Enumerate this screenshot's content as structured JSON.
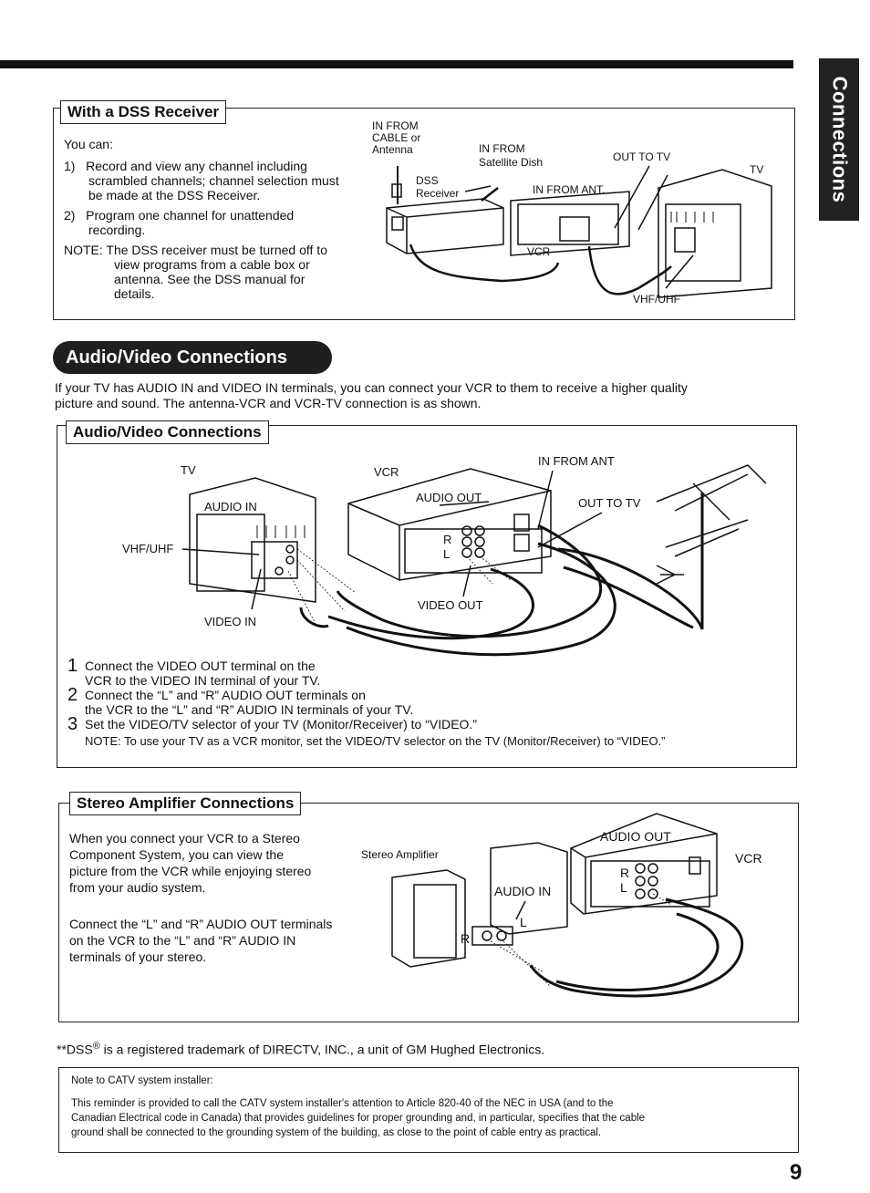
{
  "side_tab": "Connections",
  "page_number": "9",
  "dss": {
    "title": "With a DSS Receiver",
    "intro": "You can:",
    "item1_num": "1)",
    "item1_text": "Record and view any channel including scrambled channels; channel selection must be made at the DSS Receiver.",
    "item2_num": "2)",
    "item2_text": "Program one channel for unattended recording.",
    "note_label": "NOTE:",
    "note_text": "The DSS receiver must be turned off to view programs from a cable box or antenna. See the DSS manual for details.",
    "diagram": {
      "in_from_cable_1": "IN FROM",
      "in_from_cable_2": "CABLE or",
      "in_from_cable_3": "Antenna",
      "in_from_sat_1": "IN FROM",
      "in_from_sat_2": "Satellite Dish",
      "out_to_tv": "OUT TO TV",
      "tv": "TV",
      "dss_1": "DSS",
      "dss_2": "Receiver",
      "in_from_ant": "IN FROM ANT.",
      "vcr": "VCR",
      "vhf_uhf": "VHF/UHF"
    }
  },
  "av_section": {
    "heading": "Audio/Video Connections",
    "intro_line1": "If your TV has AUDIO IN and VIDEO IN terminals, you can connect your VCR to them to receive a higher quality",
    "intro_line2": "picture and sound. The antenna-VCR and VCR-TV connection is as shown.",
    "box_title": "Audio/Video Connections",
    "diagram": {
      "tv": "TV",
      "vcr": "VCR",
      "in_from_ant": "IN FROM ANT",
      "audio_in": "AUDIO IN",
      "audio_out": "AUDIO OUT",
      "out_to_tv": "OUT TO TV",
      "vhf_uhf": "VHF/UHF",
      "r": "R",
      "l": "L",
      "video_out": "VIDEO OUT",
      "video_in": "VIDEO IN"
    },
    "step1_num": "1",
    "step1_line1": "Connect the VIDEO OUT terminal on the",
    "step1_line2": "VCR to the VIDEO IN terminal of your TV.",
    "step2_num": "2",
    "step2_line1": "Connect the “L” and “R” AUDIO OUT terminals on",
    "step2_line2": "the VCR to the “L” and “R” AUDIO IN terminals of your TV.",
    "step3_num": "3",
    "step3_line1": "Set the VIDEO/TV selector of your TV (Monitor/Receiver) to “VIDEO.”",
    "note": "NOTE: To use your TV as a VCR monitor, set the VIDEO/TV selector on the TV (Monitor/Receiver) to “VIDEO.”"
  },
  "stereo": {
    "title": "Stereo Amplifier Connections",
    "para1": "When you connect your VCR to a Stereo Component System, you can view the picture from the VCR while enjoying stereo from your audio system.",
    "para2": "Connect the “L” and “R” AUDIO OUT terminals on the VCR to the “L” and “R” AUDIO IN terminals of your stereo.",
    "diagram": {
      "stereo_amplifier": "Stereo Amplifier",
      "audio_out": "AUDIO OUT",
      "vcr": "VCR",
      "audio_in": "AUDIO IN",
      "r": "R",
      "l": "L"
    }
  },
  "trademark": {
    "prefix": "**DSS",
    "reg": "®",
    "text": " is a registered trademark of DIRECTV, INC., a unit of GM Hughed Electronics."
  },
  "catv": {
    "title": "Note to CATV system installer:",
    "line1": "This reminder is provided to call the CATV system installer's attention to Article 820-40 of the NEC in USA (and to the",
    "line2": "Canadian Electrical code in Canada) that provides guidelines for proper grounding and, in particular, specifies that the cable",
    "line3": "ground shall be connected to the grounding system of the building, as close to the point of cable entry as practical."
  }
}
